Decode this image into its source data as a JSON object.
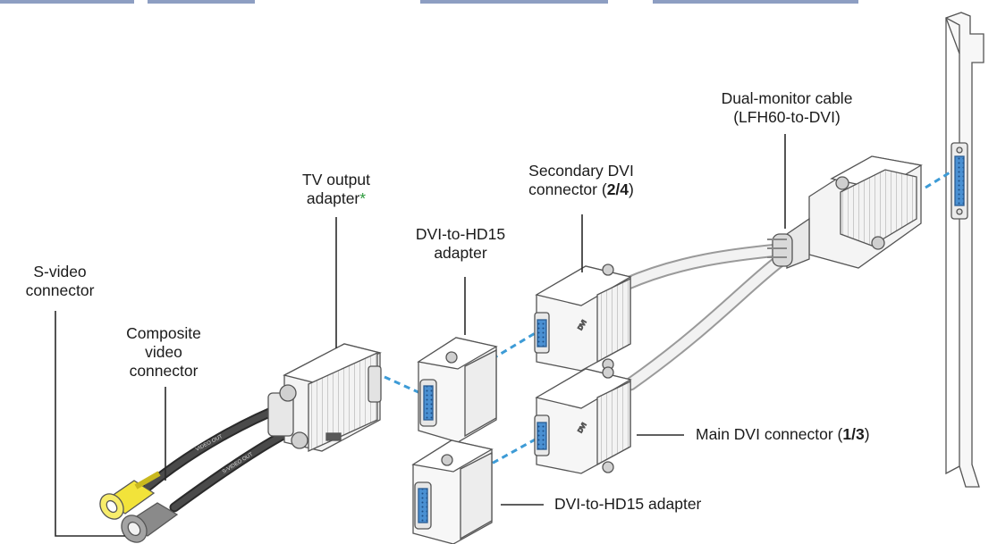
{
  "labels": {
    "s_video": [
      "S-video",
      "connector"
    ],
    "composite": [
      "Composite",
      "video",
      "connector"
    ],
    "tv_adapter": [
      "TV output",
      "adapter"
    ],
    "tv_adapter_star": "*",
    "dvi_hd15_top": [
      "DVI-to-HD15",
      "adapter"
    ],
    "secondary_dvi": [
      "Secondary DVI",
      "connector ("
    ],
    "secondary_dvi_num": "2/4",
    "secondary_dvi_end": ")",
    "dual_cable": [
      "Dual-monitor cable",
      "(LFH60-to-DVI)"
    ],
    "main_dvi": "Main DVI connector (",
    "main_dvi_num": "1/3",
    "main_dvi_end": ")",
    "dvi_hd15_bottom": "DVI-to-HD15 adapter"
  },
  "colors": {
    "ink": "#1b1b1b",
    "dashed_link": "#3d9bd6",
    "accent_star": "#2c9a3c",
    "composite_plug": "#f2e33a",
    "svideo_plug": "#8a8a8a",
    "hd15_port": "#3c84c7",
    "header_band": "#2f4f8f"
  }
}
